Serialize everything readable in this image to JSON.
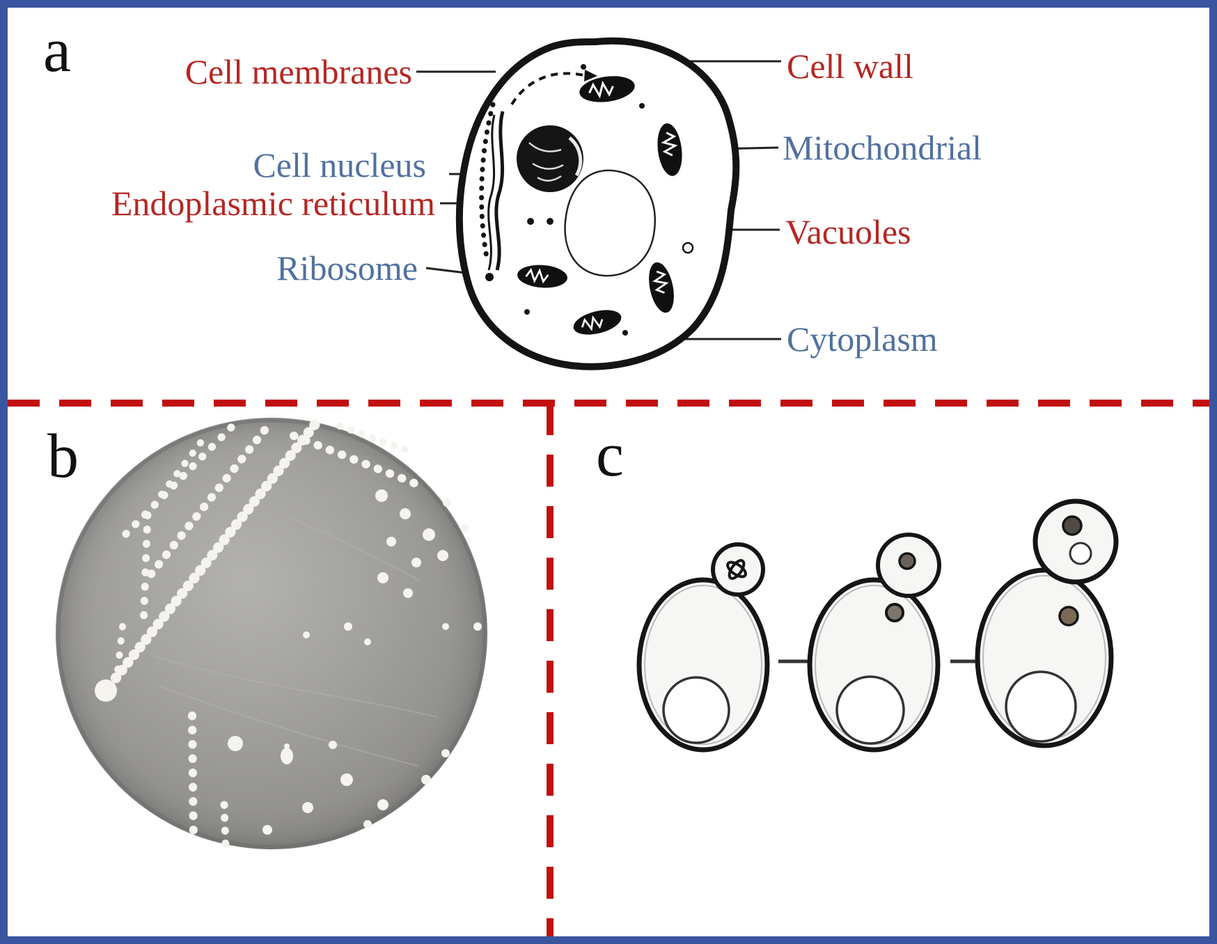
{
  "colors": {
    "border_blue": "#3a55a0",
    "divider_red": "#c20f0f",
    "label_red": "#b42724",
    "label_blue": "#50719f",
    "ink": "#141414"
  },
  "panel_a": {
    "letter": "a",
    "labels": {
      "cell_membranes": "Cell membranes",
      "cell_wall": "Cell wall",
      "cell_nucleus": "Cell nucleus",
      "mitochondrial": "Mitochondrial",
      "endoplasmic_reticulum": "Endoplasmic reticulum",
      "vacuoles": "Vacuoles",
      "ribosome": "Ribosome",
      "cytoplasm": "Cytoplasm"
    }
  },
  "panel_b": {
    "letter": "b"
  },
  "panel_c": {
    "letter": "c"
  }
}
